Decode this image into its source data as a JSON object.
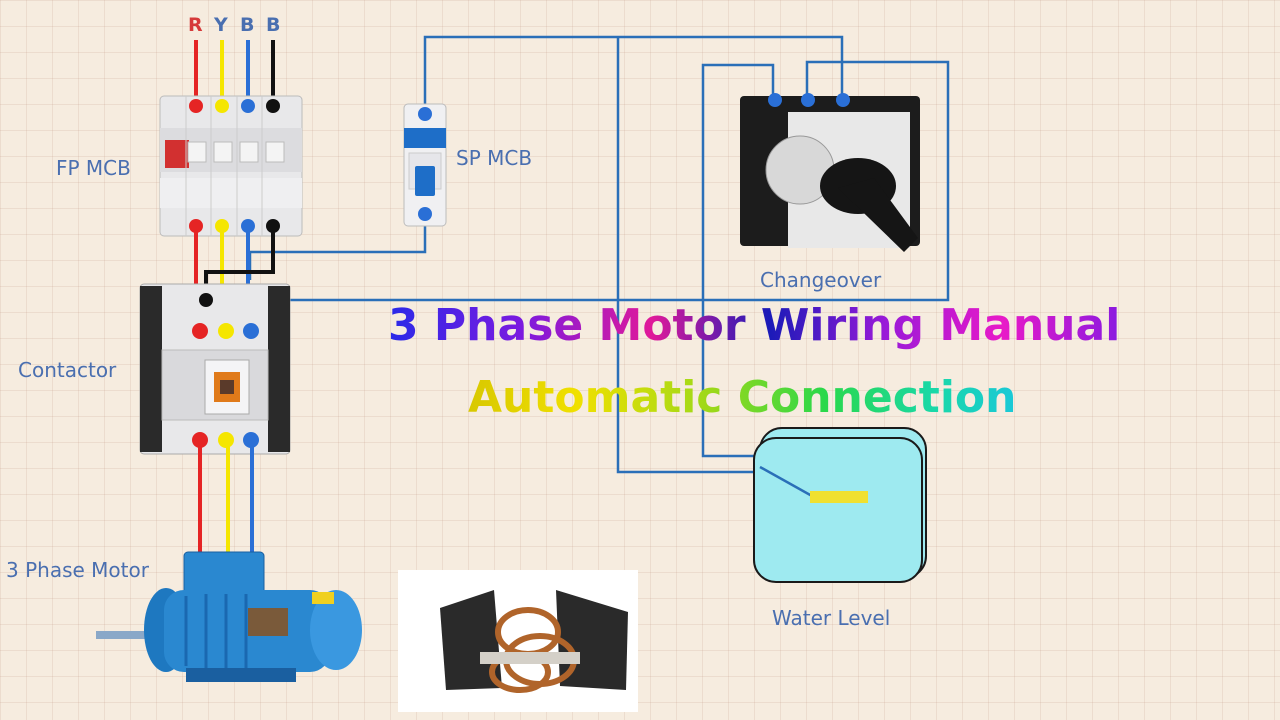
{
  "title": {
    "line1": "3 Phase Motor Wiring Manual",
    "line2": "Automatic Connection"
  },
  "phases": [
    {
      "label": "R",
      "color": "#e52424"
    },
    {
      "label": "Y",
      "color": "#f5e600"
    },
    {
      "label": "B",
      "color": "#2a6fd6"
    },
    {
      "label": "B",
      "color": "#111111"
    }
  ],
  "components": {
    "fp_mcb": "FP MCB",
    "sp_mcb": "SP MCB",
    "contactor": "Contactor",
    "motor": "3 Phase Motor",
    "changeover": "Changeover",
    "water_level": "Water Level"
  },
  "colors": {
    "wire_blue": "#2a6fb8",
    "label_blue": "#4a6fb0",
    "tank": "#9eeaf0",
    "float": "#f0e030",
    "motor_blue": "#2a88d0"
  }
}
